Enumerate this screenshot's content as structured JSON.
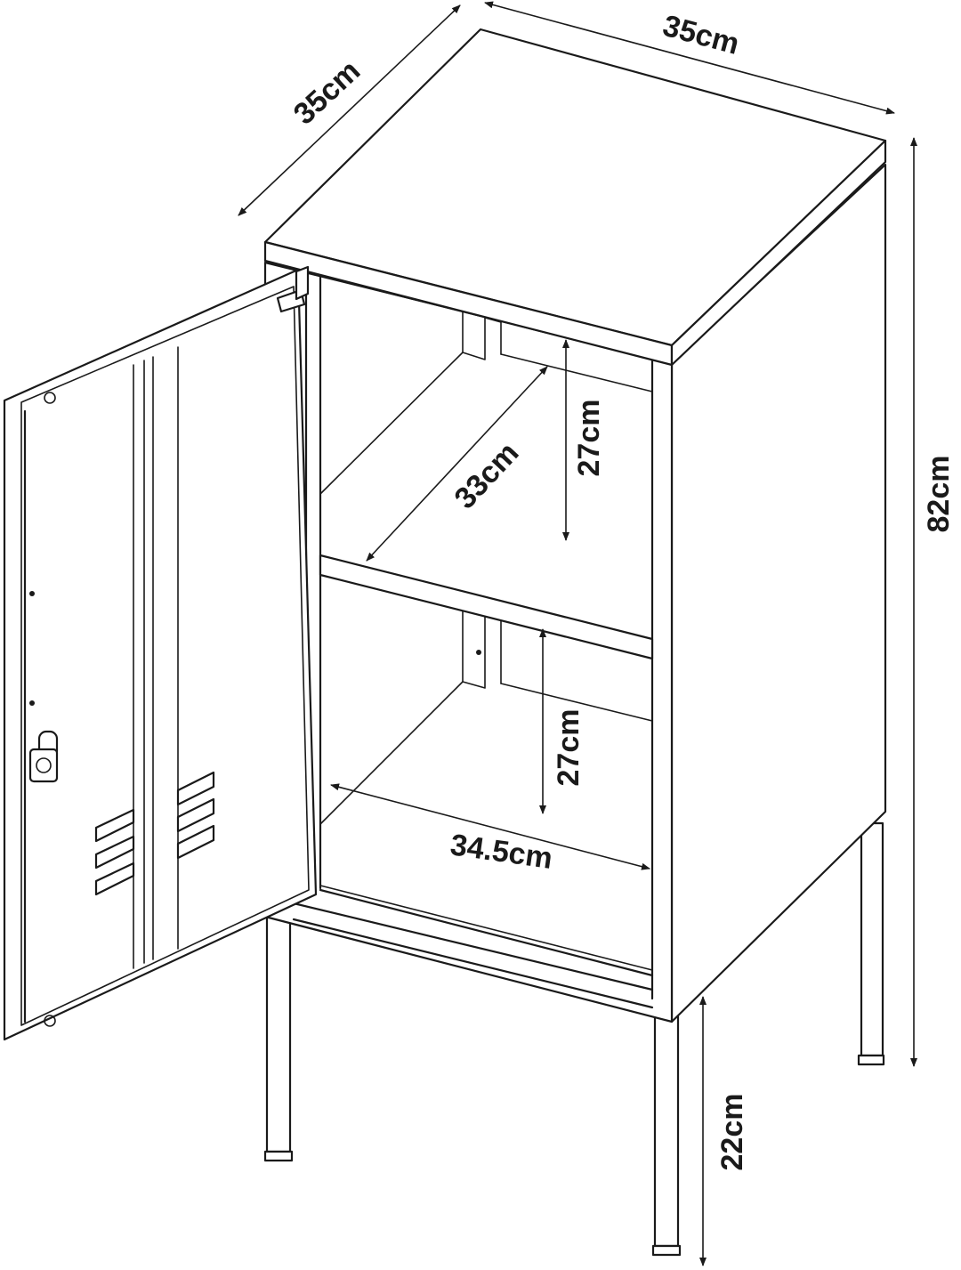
{
  "dimensions": {
    "top_depth": "35cm",
    "top_width": "35cm",
    "total_height": "82cm",
    "shelf_depth": "33cm",
    "upper_compartment_height": "27cm",
    "lower_compartment_height": "27cm",
    "inner_width": "34.5cm",
    "leg_height": "22cm"
  }
}
